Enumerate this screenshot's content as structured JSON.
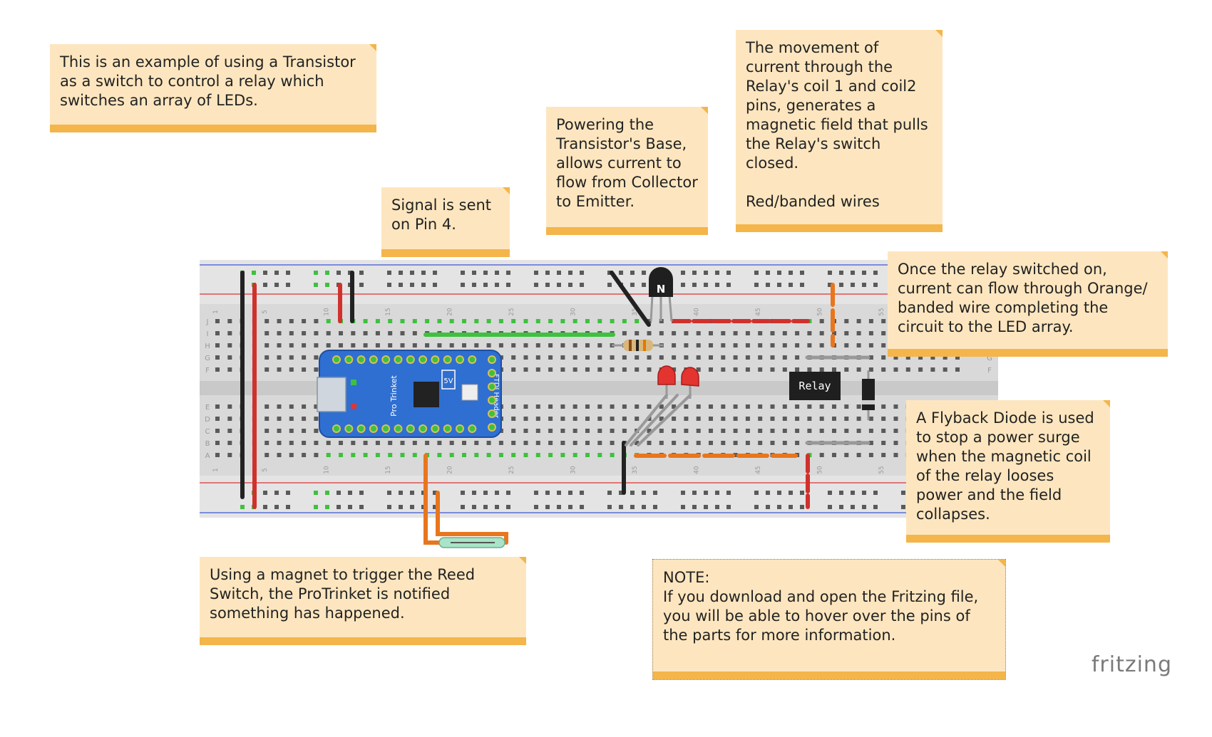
{
  "notes": {
    "intro": "This is an example of using a Transistor as a switch to control a relay which switches an array of LEDs.",
    "signal": "Signal is sent on Pin 4.",
    "powering": "Powering the Transistor's Base, allows current to flow from Collector to Emitter.",
    "movement": "The movement of current through the Relay's coil 1 and coil2 pins, generates a magnetic field that pulls the Relay's switch closed.\n\nRed/banded wires",
    "relay_on": "Once the relay switched on, current can flow through Orange/ banded wire completing the circuit to the LED array.",
    "flyback": "A Flyback Diode is used to stop a power surge when the magnetic coil of the relay looses power and the field collapses.",
    "magnet": "Using a magnet to trigger the Reed Switch, the ProTrinket is notified something has happened.",
    "note_download": "NOTE:\nIf you download and open the Fritzing file, you will be able to hover over the pins of the parts for more information."
  },
  "components": {
    "relay_label": "Relay",
    "transistor_label": "N",
    "trinket_label": "Pro Trinket",
    "trinket_voltage": "5V",
    "ftdi_label": "FTDI Header"
  },
  "breadboard": {
    "row_letters_top": [
      "J",
      "I",
      "H",
      "G",
      "F"
    ],
    "row_letters_bottom": [
      "E",
      "D",
      "C",
      "B",
      "A"
    ],
    "column_numbers": [
      "1",
      "5",
      "10",
      "15",
      "20",
      "25",
      "30",
      "35",
      "40",
      "45",
      "50",
      "55"
    ]
  },
  "colors": {
    "note_bg": "#fde6bf",
    "note_accent": "#f4b54a",
    "breadboard": "#d9d9d9",
    "wire_red": "#d0312d",
    "wire_black": "#222222",
    "wire_green": "#3ec13e",
    "wire_orange": "#e8761e",
    "trinket_blue": "#2f6fd1"
  },
  "brand": "fritzing"
}
